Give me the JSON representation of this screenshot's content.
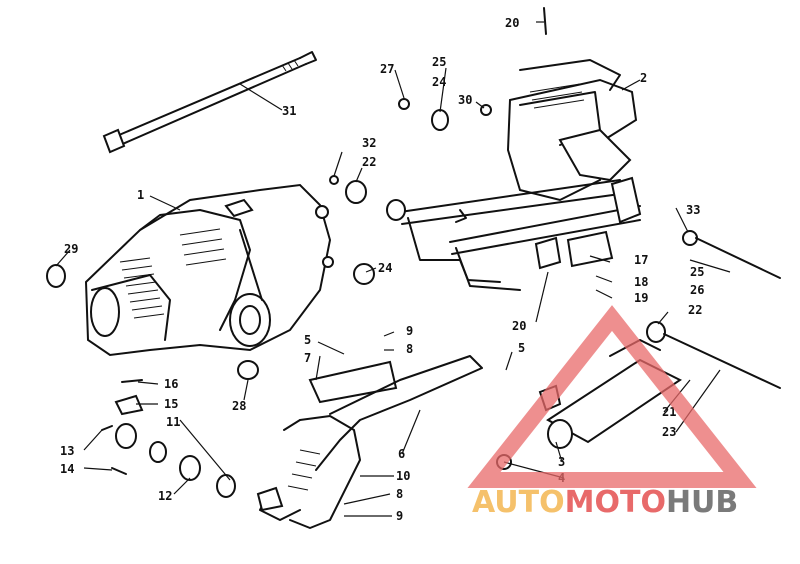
{
  "callouts": [
    {
      "id": "c20a",
      "label": "20"
    },
    {
      "id": "c27",
      "label": "27"
    },
    {
      "id": "c25a",
      "label": "25"
    },
    {
      "id": "c24a",
      "label": "24"
    },
    {
      "id": "c30",
      "label": "30"
    },
    {
      "id": "c2",
      "label": "2"
    },
    {
      "id": "c31",
      "label": "31"
    },
    {
      "id": "c32",
      "label": "32"
    },
    {
      "id": "c22a",
      "label": "22"
    },
    {
      "id": "c1",
      "label": "1"
    },
    {
      "id": "c29",
      "label": "29"
    },
    {
      "id": "c24b",
      "label": "24"
    },
    {
      "id": "c33",
      "label": "33"
    },
    {
      "id": "c17",
      "label": "17"
    },
    {
      "id": "c18",
      "label": "18"
    },
    {
      "id": "c19",
      "label": "19"
    },
    {
      "id": "c25b",
      "label": "25"
    },
    {
      "id": "c26",
      "label": "26"
    },
    {
      "id": "c20b",
      "label": "20"
    },
    {
      "id": "c22b",
      "label": "22"
    },
    {
      "id": "c5a",
      "label": "5"
    },
    {
      "id": "c7",
      "label": "7"
    },
    {
      "id": "c9a",
      "label": "9"
    },
    {
      "id": "c8a",
      "label": "8"
    },
    {
      "id": "c5b",
      "label": "5"
    },
    {
      "id": "c16",
      "label": "16"
    },
    {
      "id": "c15",
      "label": "15"
    },
    {
      "id": "c28",
      "label": "28"
    },
    {
      "id": "c11",
      "label": "11"
    },
    {
      "id": "c13",
      "label": "13"
    },
    {
      "id": "c14",
      "label": "14"
    },
    {
      "id": "c12",
      "label": "12"
    },
    {
      "id": "c6",
      "label": "6"
    },
    {
      "id": "c10",
      "label": "10"
    },
    {
      "id": "c8b",
      "label": "8"
    },
    {
      "id": "c9b",
      "label": "9"
    },
    {
      "id": "c21",
      "label": "21"
    },
    {
      "id": "c23",
      "label": "23"
    },
    {
      "id": "c3",
      "label": "3"
    },
    {
      "id": "c4",
      "label": "4"
    }
  ],
  "watermark": {
    "part1": "AUTO",
    "part2": "MOTO",
    "part3": "HUB",
    "color_auto": "#f5c16b",
    "color_moto": "#e86a6a",
    "color_hub": "#7a7a7a"
  }
}
